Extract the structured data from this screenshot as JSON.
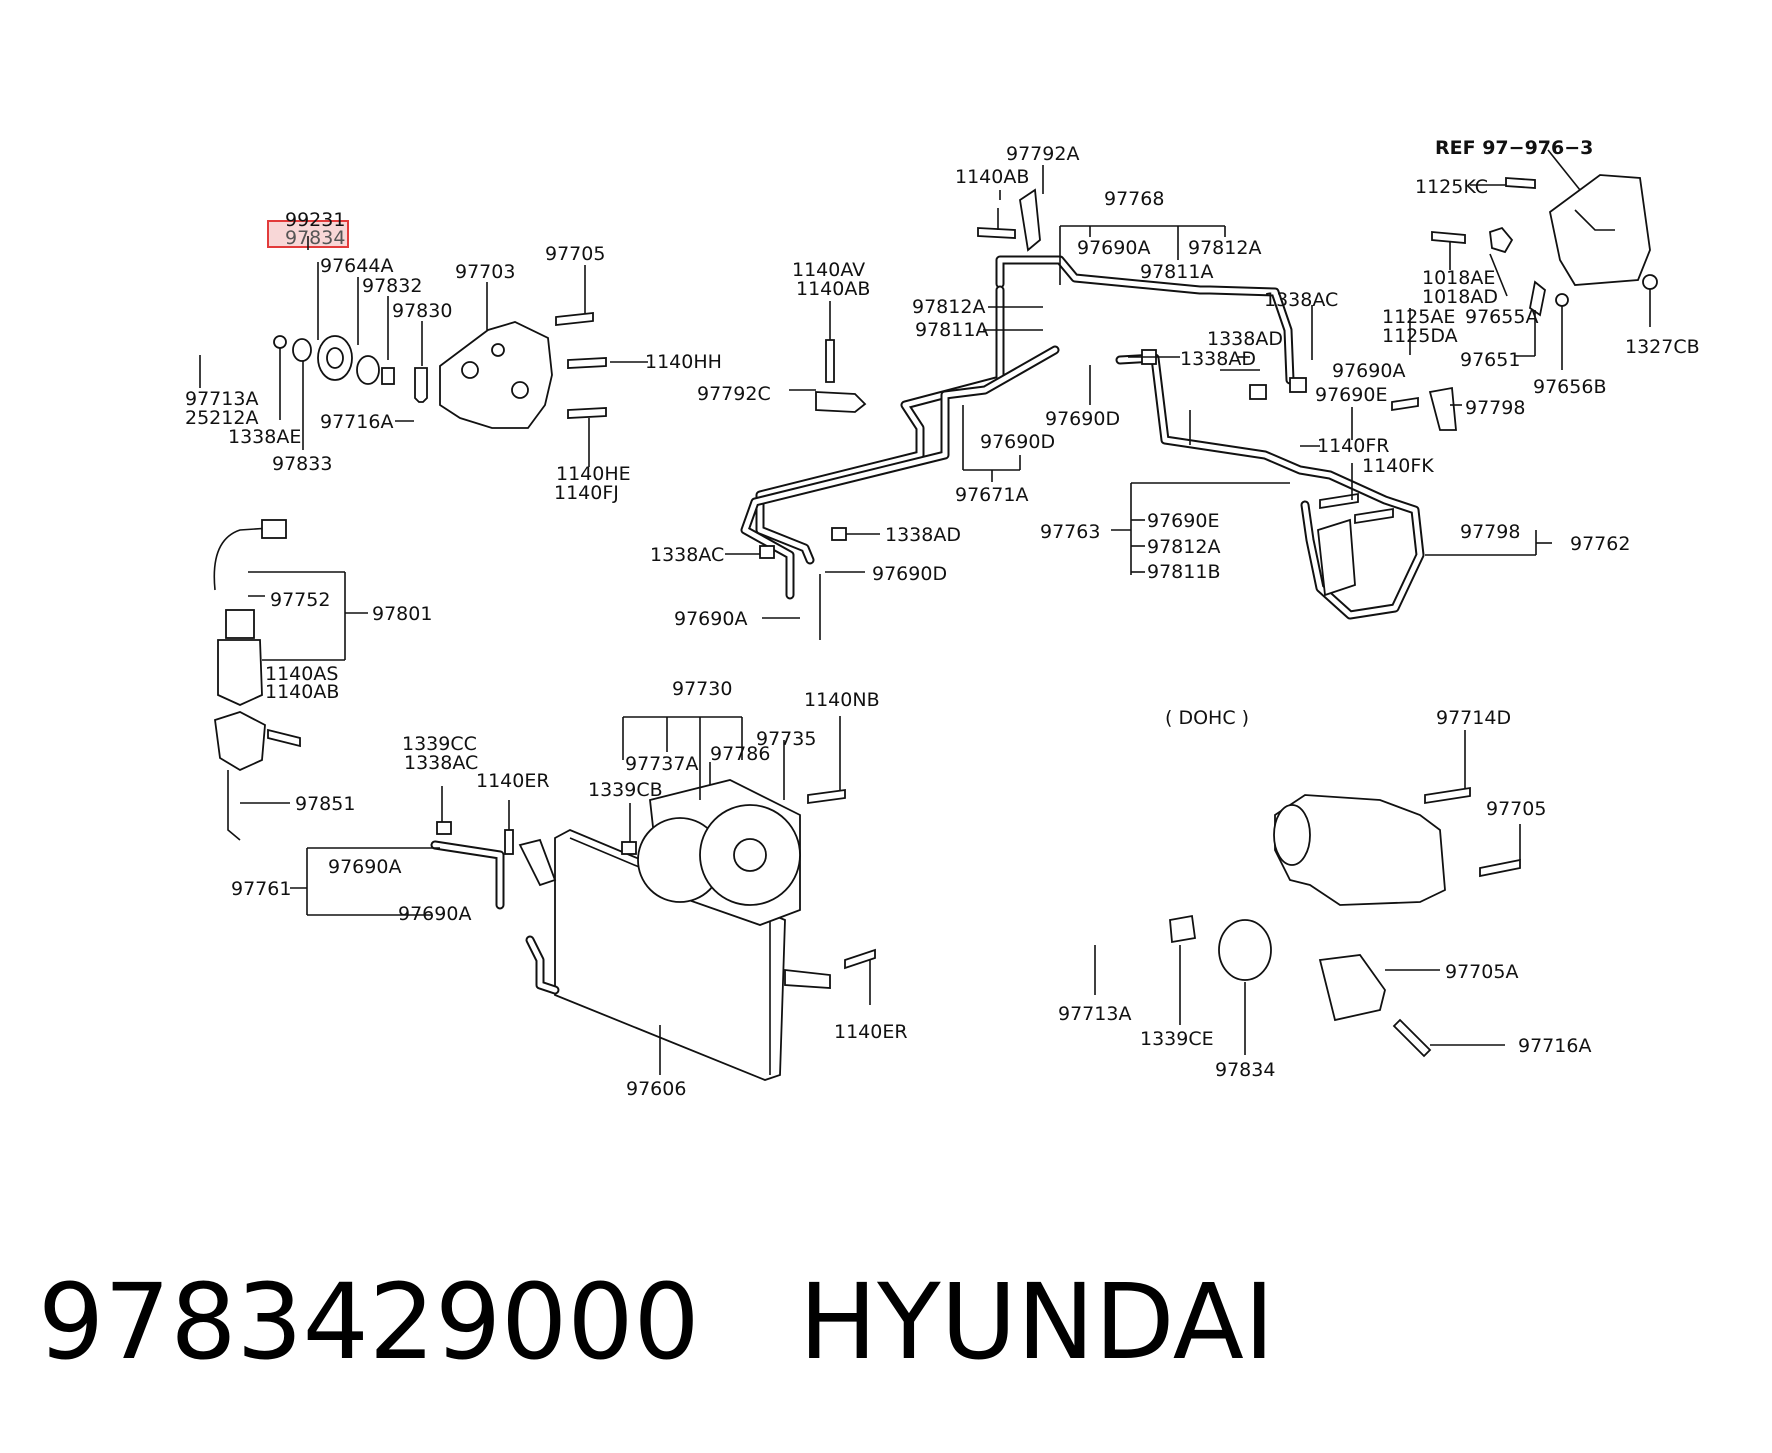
{
  "highlight": {
    "part": "97834",
    "color": "#e23b3b",
    "fill": "#f8d7d7"
  },
  "caption": {
    "part_number": "9783429000",
    "brand": "HYUNDAI"
  },
  "labels": {
    "l99231": "99231",
    "l97834a": "97834",
    "l97644A": "97644A",
    "l97832": "97832",
    "l97830": "97830",
    "l97703": "97703",
    "l97705a": "97705",
    "l1140HH": "1140HH",
    "l97713Aa": "97713A",
    "l25212A": "25212A",
    "l1338AEa": "1338AE",
    "l97716Aa": "97716A",
    "l97833": "97833",
    "l1140HE": "1140HE",
    "l1140FJ": "1140FJ",
    "l1140AVa": "1140AV",
    "l1140ABa": "1140AB",
    "l97792C": "97792C",
    "l97792A": "97792A",
    "l1140ABb": "1140AB",
    "l97768": "97768",
    "l97690Aa": "97690A",
    "l97811Aa": "97811A",
    "l97812Aa": "97812A",
    "l97812Ab": "97812A",
    "l97811Ab": "97811A",
    "l1338ACa": "1338AC",
    "l1338ADa": "1338AD",
    "l1338ADb": "1338AD",
    "l97690Ab": "97690A",
    "l97690Ea": "97690E",
    "l97690Da": "97690D",
    "l97690Db": "97690D",
    "l97671A": "97671A",
    "l1140FR": "1140FR",
    "l1140FK": "1140FK",
    "l97763": "97763",
    "l97690Eb": "97690E",
    "l97812Ac": "97812A",
    "l97811B": "97811B",
    "l97798a": "97798",
    "l97798b": "97798",
    "l97762": "97762",
    "l1338ADc": "1338AD",
    "l1338ACb": "1338AC",
    "l97690Dc": "97690D",
    "l97690Ac": "97690A",
    "lREF": "REF  97−976−3",
    "l1125KC": "1125KC",
    "l1018AE": "1018AE",
    "l1018AD": "1018AD",
    "l1125AE": "1125AE",
    "l1125DA": "1125DA",
    "l97655A": "97655A",
    "l97651": "97651",
    "l97656B": "97656B",
    "l1327CB": "1327CB",
    "l97752": "97752",
    "l97801": "97801",
    "l1140AS": "1140AS",
    "l1140ABc": "1140AB",
    "l97851": "97851",
    "l97730": "97730",
    "l1140NB": "1140NB",
    "l97735": "97735",
    "l97737A": "97737A",
    "l97786": "97786",
    "l1339CB": "1339CB",
    "l1339CC": "1339CC",
    "l1338ACc": "1338AC",
    "l1140ERa": "1140ER",
    "l97761": "97761",
    "l97690Ad": "97690A",
    "l97690Ae": "97690A",
    "l1140ERb": "1140ER",
    "l97606": "97606",
    "lDOHC": "( DOHC )",
    "l97714D": "97714D",
    "l97705b": "97705",
    "l97705A": "97705A",
    "l97716Ab": "97716A",
    "l97713Ab": "97713A",
    "l1339CE": "1339CE",
    "l97834b": "97834"
  }
}
